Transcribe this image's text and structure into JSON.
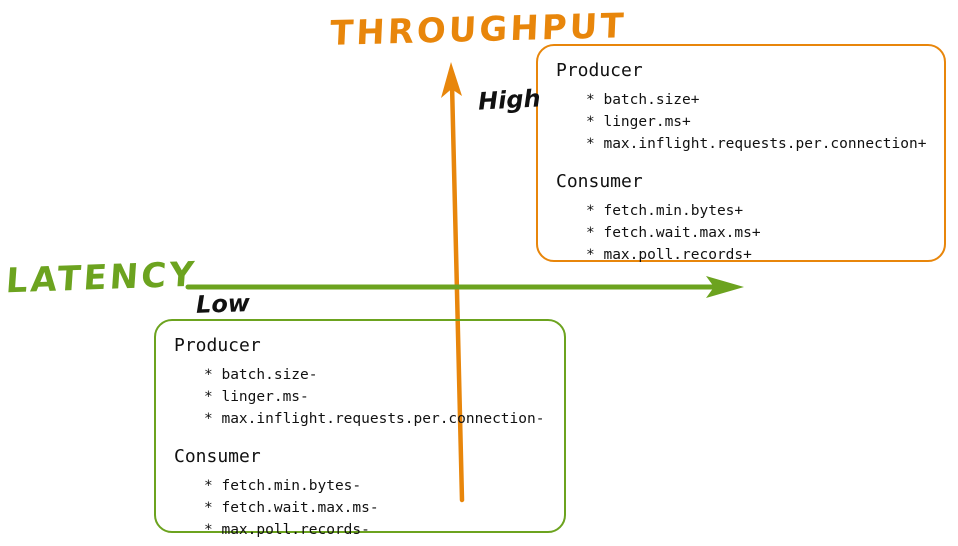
{
  "axes": {
    "throughput_title": "THROUGHPUT",
    "latency_title": "LATENCY",
    "high_label": "High",
    "low_label": "Low"
  },
  "colors": {
    "throughput_orange": "#E8860B",
    "latency_green": "#6CA31F"
  },
  "throughput_box": {
    "producer_header": "Producer",
    "producer_items": [
      "* batch.size+",
      "* linger.ms+",
      "* max.inflight.requests.per.connection+"
    ],
    "consumer_header": "Consumer",
    "consumer_items": [
      "* fetch.min.bytes+",
      "* fetch.wait.max.ms+",
      "* max.poll.records+"
    ]
  },
  "latency_box": {
    "producer_header": "Producer",
    "producer_items": [
      "* batch.size-",
      "* linger.ms-",
      "* max.inflight.requests.per.connection-"
    ],
    "consumer_header": "Consumer",
    "consumer_items": [
      "* fetch.min.bytes-",
      "* fetch.wait.max.ms-",
      "* max.poll.records-"
    ]
  }
}
